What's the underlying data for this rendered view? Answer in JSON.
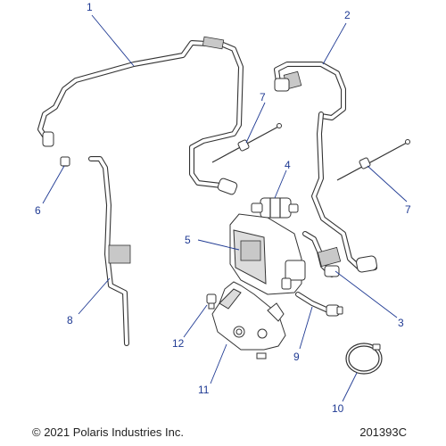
{
  "callouts": [
    {
      "num": "1"
    },
    {
      "num": "2"
    },
    {
      "num": "4"
    },
    {
      "num": "5"
    },
    {
      "num": "6"
    },
    {
      "num": "7"
    },
    {
      "num": "7"
    },
    {
      "num": "8"
    },
    {
      "num": "3"
    },
    {
      "num": "9"
    },
    {
      "num": "10"
    },
    {
      "num": "11"
    },
    {
      "num": "12"
    }
  ],
  "footer": {
    "copyright": "© 2021 Polaris Industries Inc.",
    "ref_code": "201393C"
  }
}
